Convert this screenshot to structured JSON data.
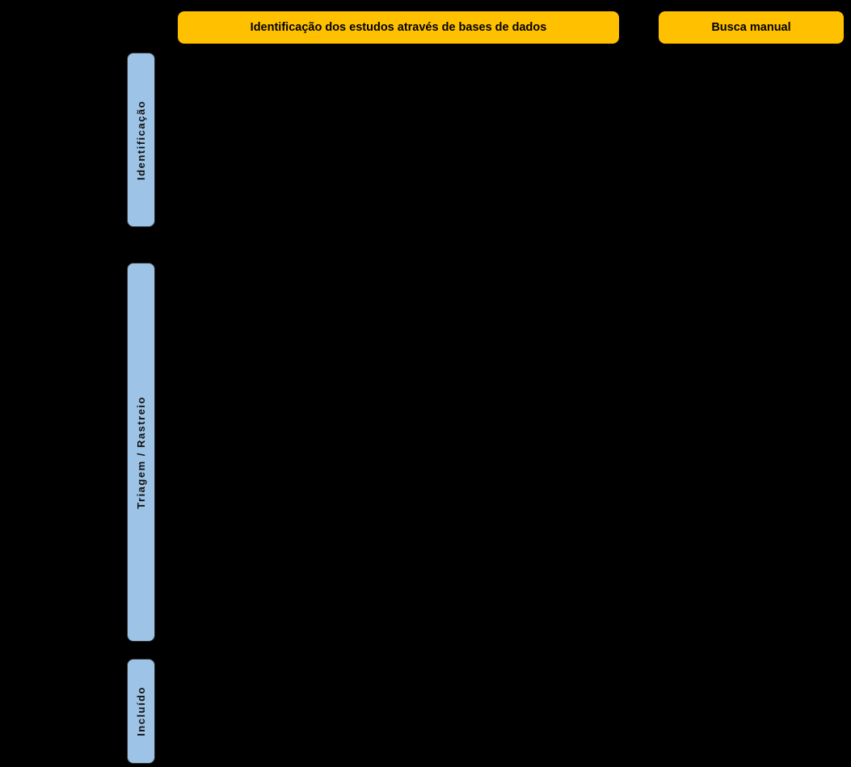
{
  "diagram": {
    "type": "prisma-flow",
    "headers": {
      "database_search": "Identificação dos estudos através de bases de dados",
      "manual_search": "Busca manual"
    },
    "stages": [
      {
        "label": "Identificação"
      },
      {
        "label": "Triagem / Rastreio"
      },
      {
        "label": "Incluído"
      }
    ],
    "colors": {
      "background": "#000000",
      "header_fill": "#FFC000",
      "stage_fill": "#9DC3E6",
      "border": "#000000",
      "text": "#000000"
    }
  }
}
